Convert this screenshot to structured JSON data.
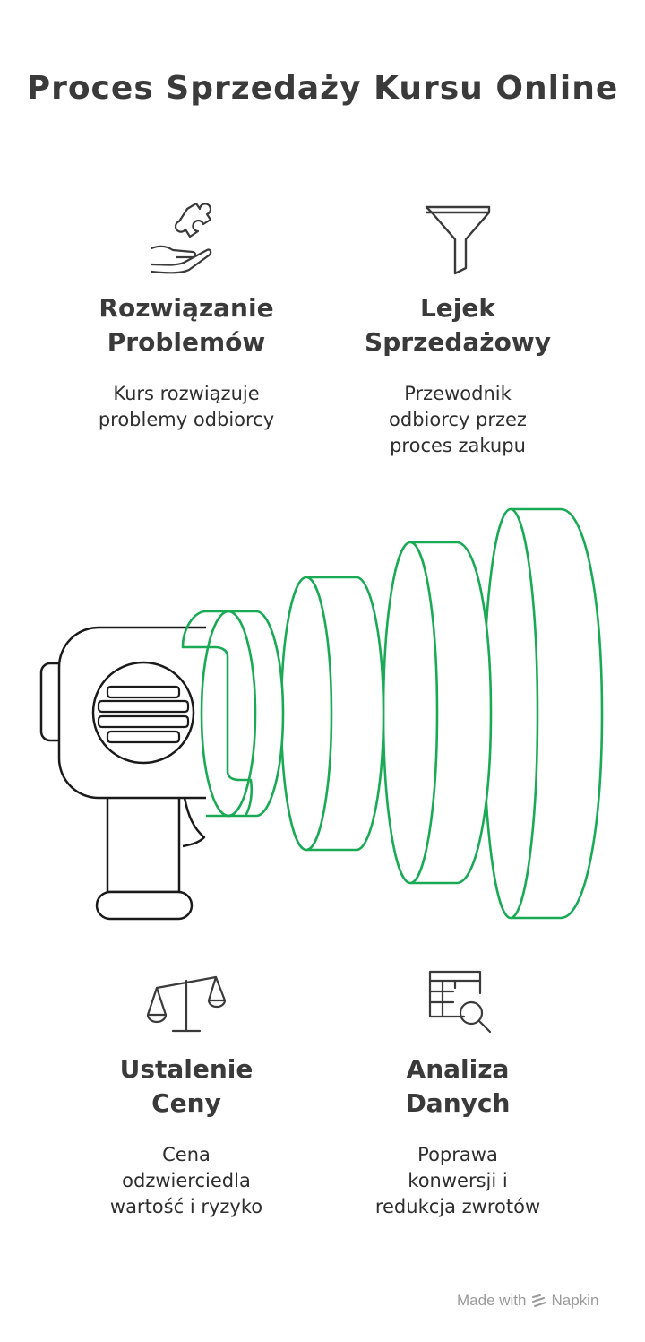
{
  "title": "Proces Sprzedaży Kursu Online",
  "blocks": [
    {
      "heading": "Rozwiązanie\nProblemów",
      "description": "Kurs rozwiązuje\nproblemy odbiorcy",
      "icon": "hand-puzzle-icon"
    },
    {
      "heading": "Lejek\nSprzedażowy",
      "description": "Przewodnik\nodbiorcy przez\nproces zakupu",
      "icon": "funnel-icon"
    },
    {
      "heading": "Ustalenie\nCeny",
      "description": "Cena\nodzwierciedla\nwartość i ryzyko",
      "icon": "scale-icon"
    },
    {
      "heading": "Analiza\nDanych",
      "description": "Poprawa\nkonwersji i\nredukcja zwrotów",
      "icon": "table-search-icon"
    }
  ],
  "illustration": {
    "icon": "megaphone-icon",
    "accent_color": "#1aaa55",
    "outline_color": "#1a1a1a"
  },
  "footer": {
    "made_with": "Made with",
    "brand": "Napkin"
  }
}
